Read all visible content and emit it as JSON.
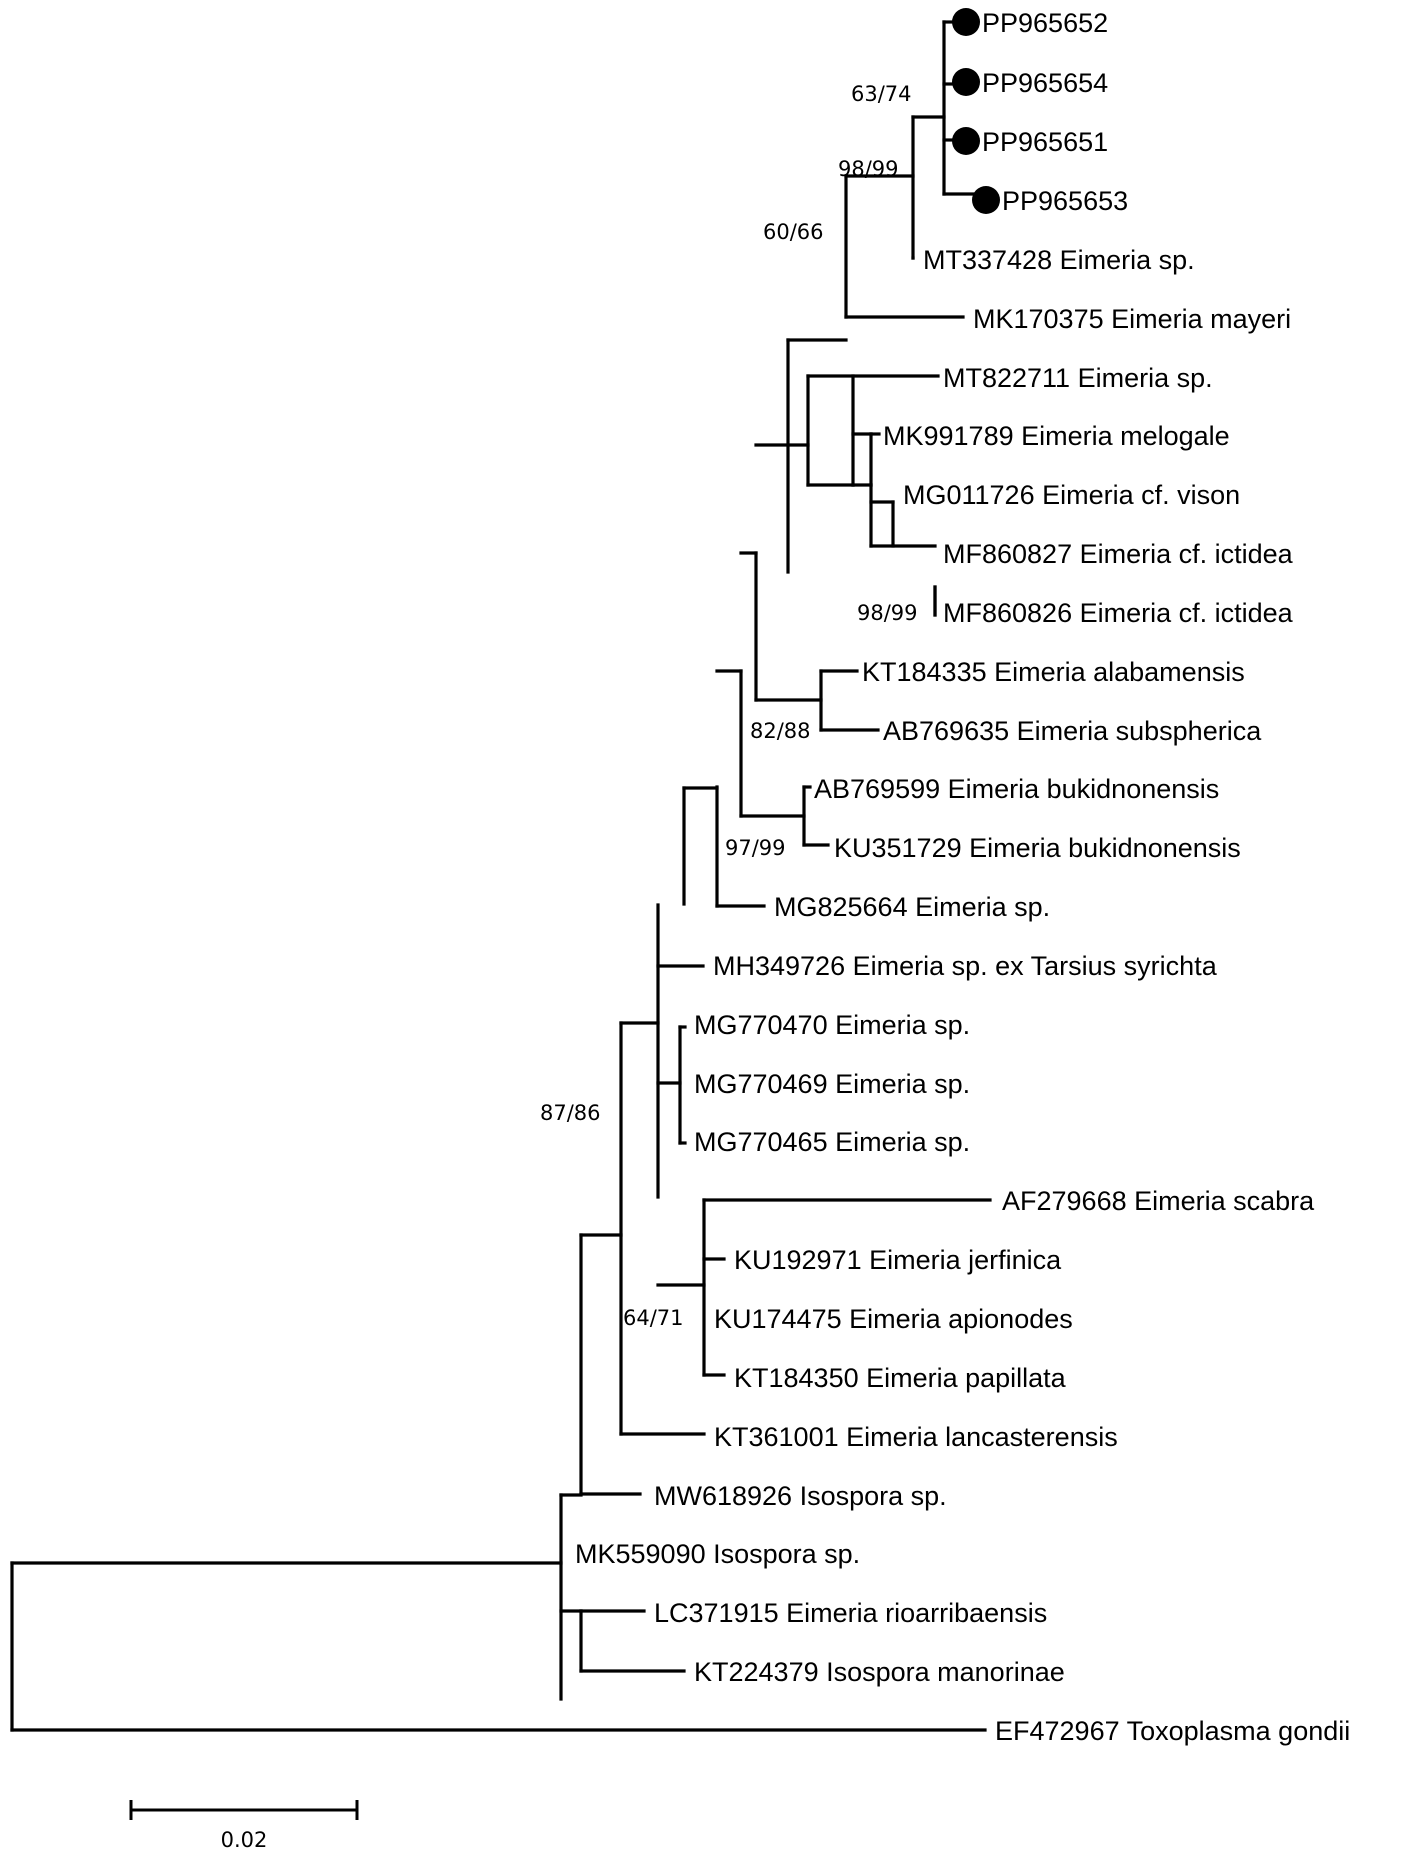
{
  "tree": {
    "marker_color": "#000000",
    "taxa": [
      {
        "label": "PP965652",
        "marked": true
      },
      {
        "label": "PP965654",
        "marked": true
      },
      {
        "label": "PP965651",
        "marked": true
      },
      {
        "label": "PP965653",
        "marked": true
      },
      {
        "label": "MT337428 Eimeria sp.",
        "marked": false
      },
      {
        "label": "MK170375 Eimeria mayeri",
        "marked": false
      },
      {
        "label": "MT822711 Eimeria sp.",
        "marked": false
      },
      {
        "label": "MK991789 Eimeria melogale",
        "marked": false
      },
      {
        "label": "MG011726 Eimeria cf. vison",
        "marked": false
      },
      {
        "label": "MF860827 Eimeria cf. ictidea",
        "marked": false
      },
      {
        "label": "MF860826 Eimeria cf. ictidea",
        "marked": false
      },
      {
        "label": "KT184335 Eimeria alabamensis",
        "marked": false
      },
      {
        "label": "AB769635 Eimeria subspherica",
        "marked": false
      },
      {
        "label": "AB769599 Eimeria bukidnonensis",
        "marked": false
      },
      {
        "label": "KU351729 Eimeria bukidnonensis",
        "marked": false
      },
      {
        "label": "MG825664 Eimeria sp.",
        "marked": false
      },
      {
        "label": "MH349726 Eimeria sp. ex Tarsius syrichta",
        "marked": false
      },
      {
        "label": "MG770470 Eimeria sp.",
        "marked": false
      },
      {
        "label": "MG770469 Eimeria sp.",
        "marked": false
      },
      {
        "label": "MG770465 Eimeria sp.",
        "marked": false
      },
      {
        "label": "AF279668 Eimeria scabra",
        "marked": false
      },
      {
        "label": "KU192971 Eimeria jerfinica",
        "marked": false
      },
      {
        "label": "KU174475 Eimeria apionodes",
        "marked": false
      },
      {
        "label": "KT184350 Eimeria papillata",
        "marked": false
      },
      {
        "label": "KT361001 Eimeria lancasterensis",
        "marked": false
      },
      {
        "label": "MW618926 Isospora sp.",
        "marked": false
      },
      {
        "label": "MK559090 Isospora sp.",
        "marked": false
      },
      {
        "label": "LC371915 Eimeria rioarribaensis",
        "marked": false
      },
      {
        "label": "KT224379 Isospora manorinae",
        "marked": false
      },
      {
        "label": "EF472967 Toxoplasma gondii",
        "marked": false
      }
    ],
    "support_values": [
      "63/74",
      "98/99",
      "60/66",
      "98/99",
      "82/88",
      "97/99",
      "87/86",
      "64/71"
    ],
    "scale_bar": {
      "label": "0.02"
    }
  }
}
